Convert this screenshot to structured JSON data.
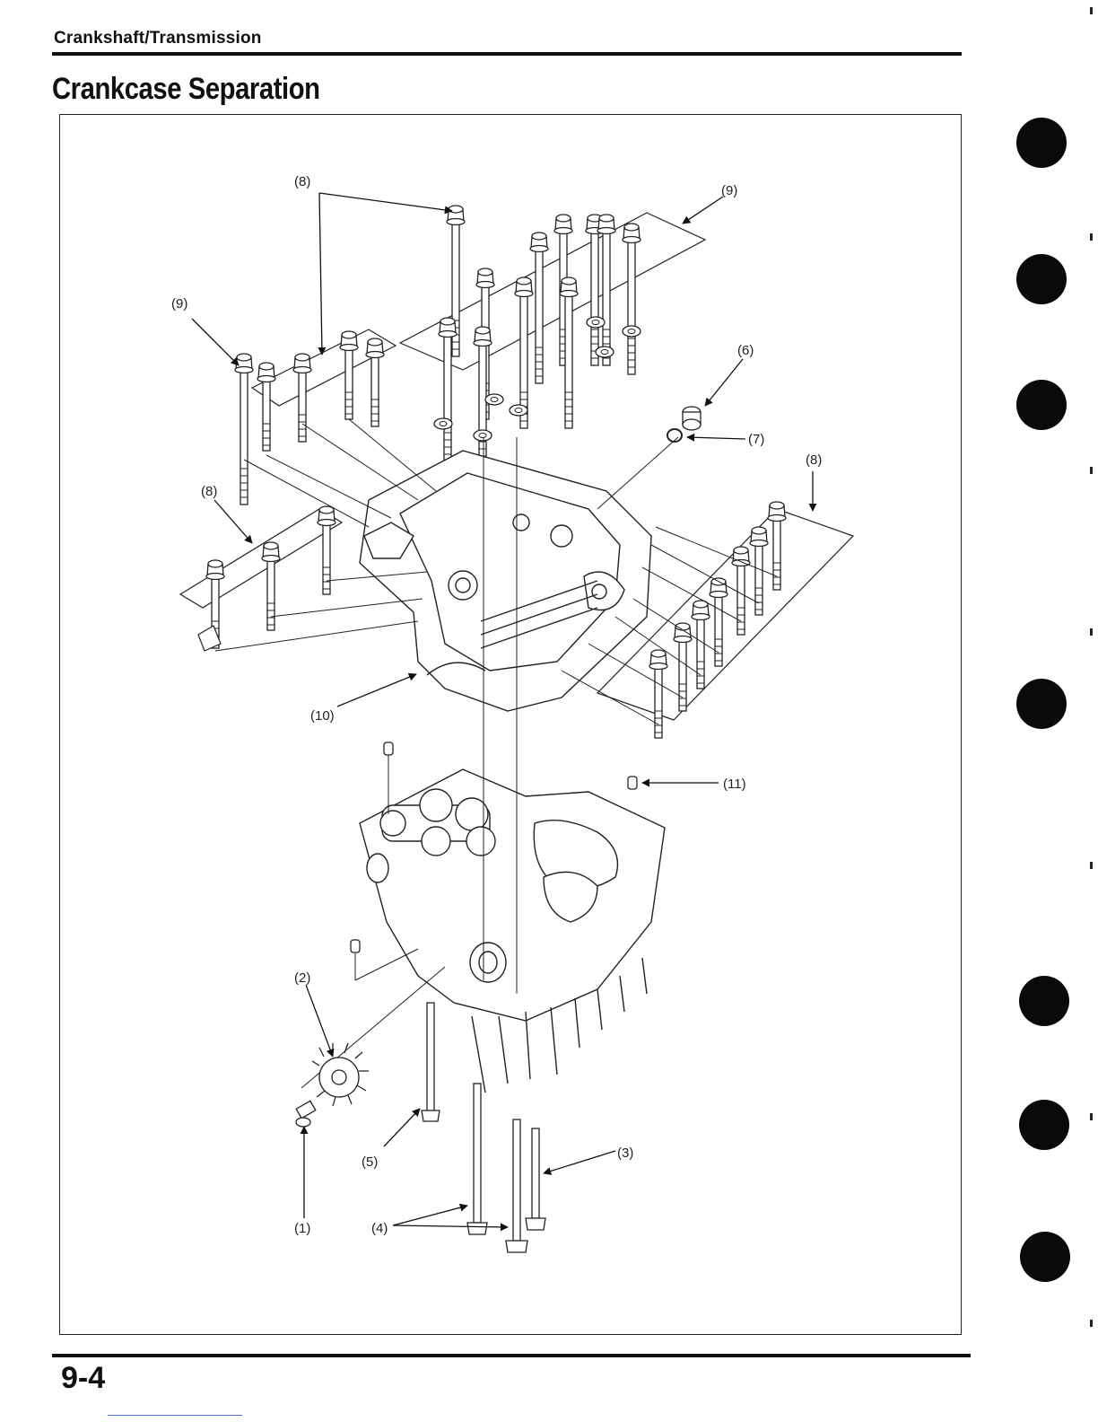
{
  "header": {
    "section": "Crankshaft/Transmission",
    "title": "Crankcase Separation"
  },
  "diagram": {
    "callouts": {
      "c1": "(1)",
      "c2": "(2)",
      "c3": "(3)",
      "c4": "(4)",
      "c5": "(5)",
      "c6": "(6)",
      "c7": "(7)",
      "c8_top": "(8)",
      "c8_right": "(8)",
      "c8_left": "(8)",
      "c9_right": "(9)",
      "c9_left": "(9)",
      "c10": "(10)",
      "c11": "(11)"
    }
  },
  "footer": {
    "page_number": "9-4"
  },
  "colors": {
    "ink": "#111111",
    "binder_hole": "#0a0a0a"
  }
}
